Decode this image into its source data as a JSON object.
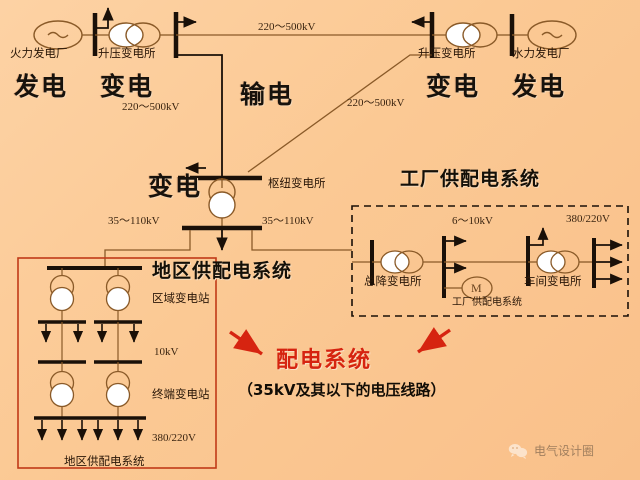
{
  "background": {
    "base_color": "#fbc994",
    "accent_line": "#8a5a28",
    "bus_color": "#1a1008",
    "red": "#d62410"
  },
  "generation": {
    "thermal_plant_label": "火力发电厂",
    "hydro_plant_label": "水力发电厂",
    "stepup_left_label": "升压变电所",
    "stepup_right_label": "升压变电所",
    "headline_gen_left": "发电",
    "headline_sub_left": "变电",
    "headline_sub_right": "变电",
    "headline_gen_right": "发电",
    "generator_symbol": "〜"
  },
  "transmission": {
    "headline": "输电",
    "line_top_kv": "220〜500kV",
    "line_left_kv": "220〜500kV",
    "line_right_kv": "220〜500kV"
  },
  "substation": {
    "headline": "变电",
    "hub_label": "枢纽变电所",
    "kv_left": "35〜110kV",
    "kv_right": "35〜110kV"
  },
  "regional": {
    "section_title": "地区供配电系统",
    "regional_substation_label": "区域变电站",
    "terminal_substation_label": "终端变电站",
    "kv_mid": "10kV",
    "kv_low": "380/220V",
    "box_caption": "地区供配电系统"
  },
  "factory": {
    "section_title": "工厂供配电系统",
    "main_substation_label": "总降变电所",
    "workshop_substation_label": "车间变电所",
    "kv_mid": "6〜10kV",
    "kv_low": "380/220V",
    "motor_symbol": "M",
    "box_caption": "工厂供配电系统"
  },
  "callout": {
    "title": "配电系统",
    "subtitle": "（35kV及其以下的电压线路）"
  },
  "watermark": {
    "icon": "wechat-icon",
    "text": "电气设计圈"
  }
}
